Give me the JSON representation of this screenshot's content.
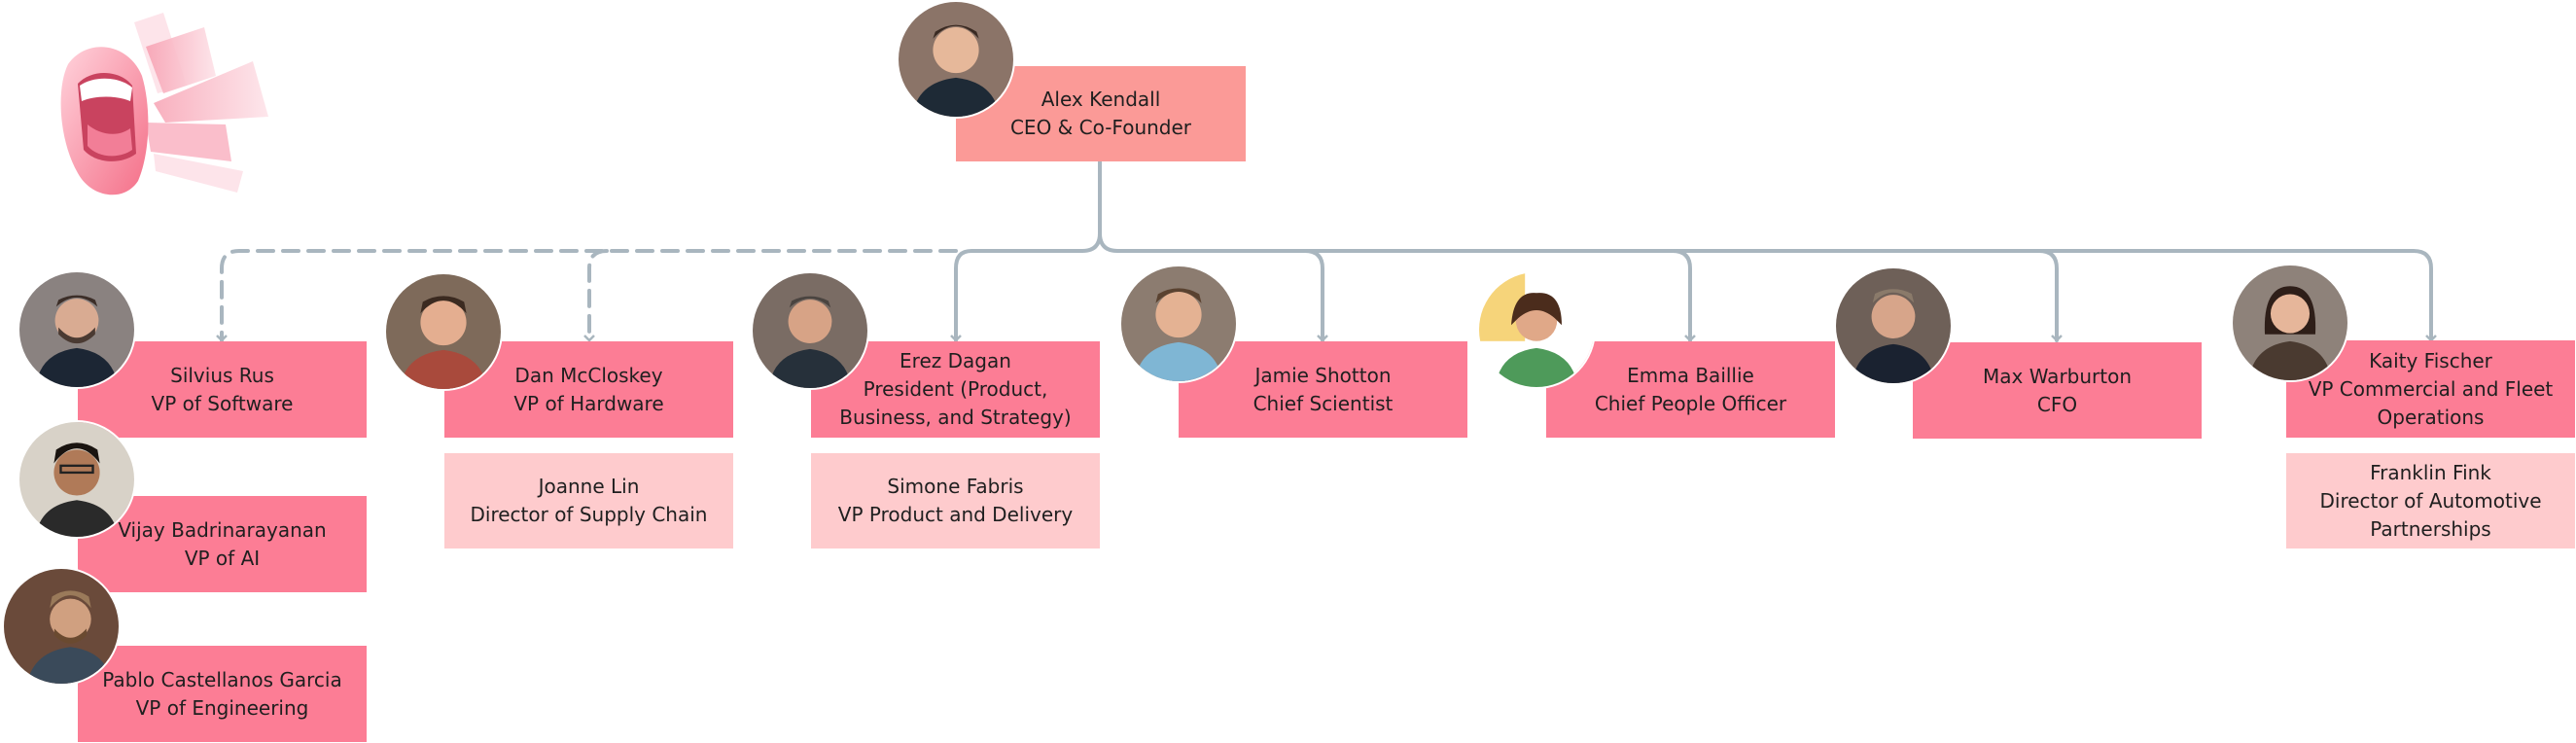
{
  "logo": {
    "name": "mouth-shout-logo"
  },
  "ceo": {
    "name": "Alex Kendall",
    "title": "CEO & Co-Founder",
    "photo": "ceo-portrait-icon"
  },
  "reports": [
    {
      "id": "silvius",
      "text": "Silvius Rus\nVP of Software",
      "photo": "portrait-icon"
    },
    {
      "id": "dan",
      "text": "Dan McCloskey\nVP of Hardware",
      "photo": "portrait-icon"
    },
    {
      "id": "erez",
      "text": "Erez Dagan\nPresident (Product,\nBusiness, and Strategy)",
      "photo": "portrait-icon"
    },
    {
      "id": "jamie",
      "text": "Jamie Shotton\nChief Scientist",
      "photo": "portrait-icon"
    },
    {
      "id": "emma",
      "text": "Emma Baillie\nChief People Officer",
      "photo": "portrait-icon"
    },
    {
      "id": "max",
      "text": "Max Warburton\nCFO",
      "photo": "portrait-icon"
    },
    {
      "id": "kaity",
      "text": "Kaity Fischer\nVP Commercial and Fleet\nOperations",
      "photo": "portrait-icon"
    }
  ],
  "extra_vps": [
    {
      "id": "vijay",
      "text": "Vijay Badrinarayanan\nVP of AI",
      "photo": "portrait-icon"
    },
    {
      "id": "pablo",
      "text": "Pablo Castellanos Garcia\nVP of Engineering",
      "photo": "portrait-icon"
    }
  ],
  "directs": [
    {
      "id": "joanne",
      "text": "Joanne Lin\nDirector of Supply Chain"
    },
    {
      "id": "simone",
      "text": "Simone Fabris\nVP Product and Delivery"
    },
    {
      "id": "franklin",
      "text": "Franklin Fink\nDirector of Automotive\nPartnerships"
    }
  ],
  "colors": {
    "ceo_box": "#fb9a97",
    "vp_box": "#fc7d95",
    "sub_box": "#fecbcd",
    "connector": "#a9b6bf"
  },
  "connector_styles": {
    "silvius": "dashed",
    "dan": "dashed",
    "others": "solid"
  }
}
